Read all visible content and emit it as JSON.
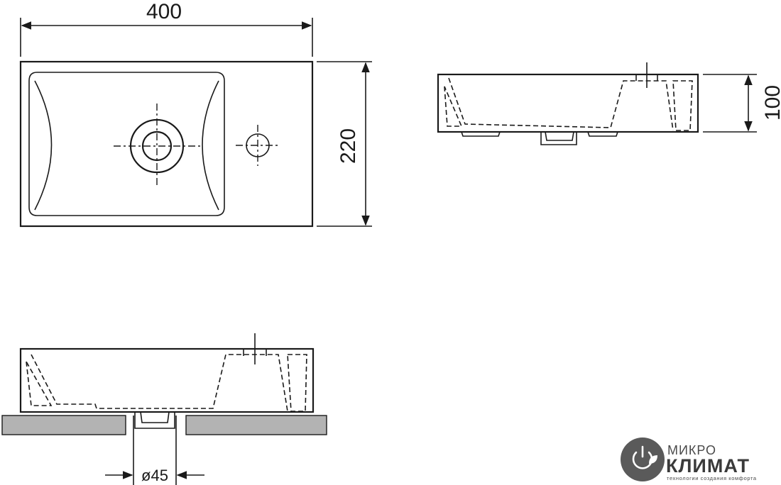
{
  "drawing": {
    "top_view": {
      "width_label": "400",
      "depth_label": "220"
    },
    "side_view": {
      "height_label": "100"
    },
    "installed_view": {
      "drain_label": "ø45"
    }
  },
  "logo": {
    "line1": "МИКРО",
    "line2": "КЛИМАТ",
    "tagline": "технологии создания комфорта",
    "colors": {
      "badge": "#5a5a5a",
      "text": "#3a3a3a",
      "countertop": "#b3b3b3"
    },
    "icon": "power-leaf-icon"
  }
}
